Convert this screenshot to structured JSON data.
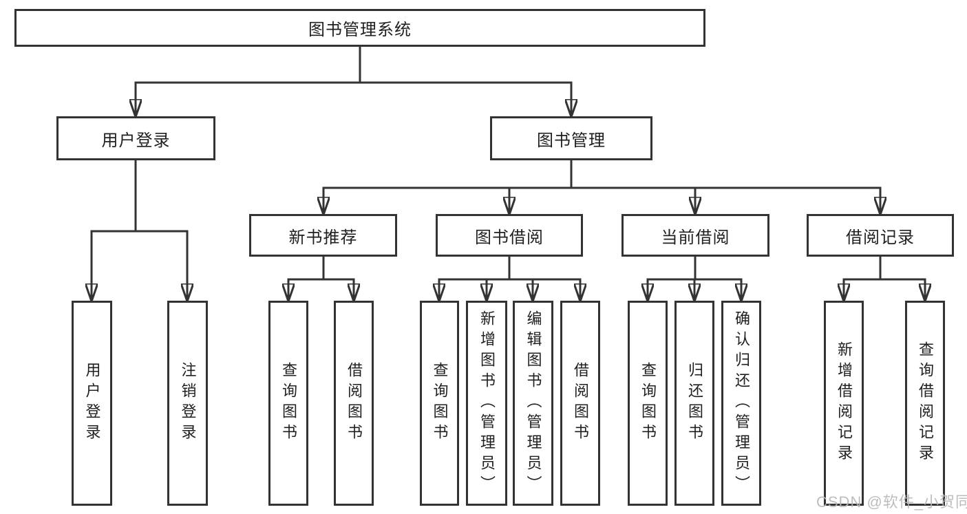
{
  "diagram": {
    "root": {
      "label": "图书管理系统"
    },
    "level2": [
      {
        "id": "user-login",
        "label": "用户登录"
      },
      {
        "id": "book-management",
        "label": "图书管理"
      }
    ],
    "level3": [
      {
        "id": "new-book-rec",
        "label": "新书推荐"
      },
      {
        "id": "book-borrow",
        "label": "图书借阅"
      },
      {
        "id": "current-borrow",
        "label": "当前借阅"
      },
      {
        "id": "borrow-records",
        "label": "借阅记录"
      }
    ],
    "leaves": {
      "user_login": [
        {
          "label": "用户登录"
        },
        {
          "label": "注销登录"
        }
      ],
      "new_book_recommend": [
        {
          "label": "查询图书"
        },
        {
          "label": "借阅图书"
        }
      ],
      "book_borrow": [
        {
          "label": "查询图书"
        },
        {
          "label": "新增图书（管理员）"
        },
        {
          "label": "编辑图书（管理员）"
        },
        {
          "label": "借阅图书"
        }
      ],
      "current_borrow": [
        {
          "label": "查询图书"
        },
        {
          "label": "归还图书"
        },
        {
          "label": "确认归还（管理员）"
        }
      ],
      "borrow_records": [
        {
          "label": "新增借阅记录"
        },
        {
          "label": "查询借阅记录"
        }
      ]
    }
  },
  "watermark": {
    "text": "CSDN @软件_小贺同学"
  },
  "colors": {
    "line": "#333333",
    "text": "#1f1f1f",
    "background": "#ffffff",
    "watermark": "#b6b6b6"
  }
}
